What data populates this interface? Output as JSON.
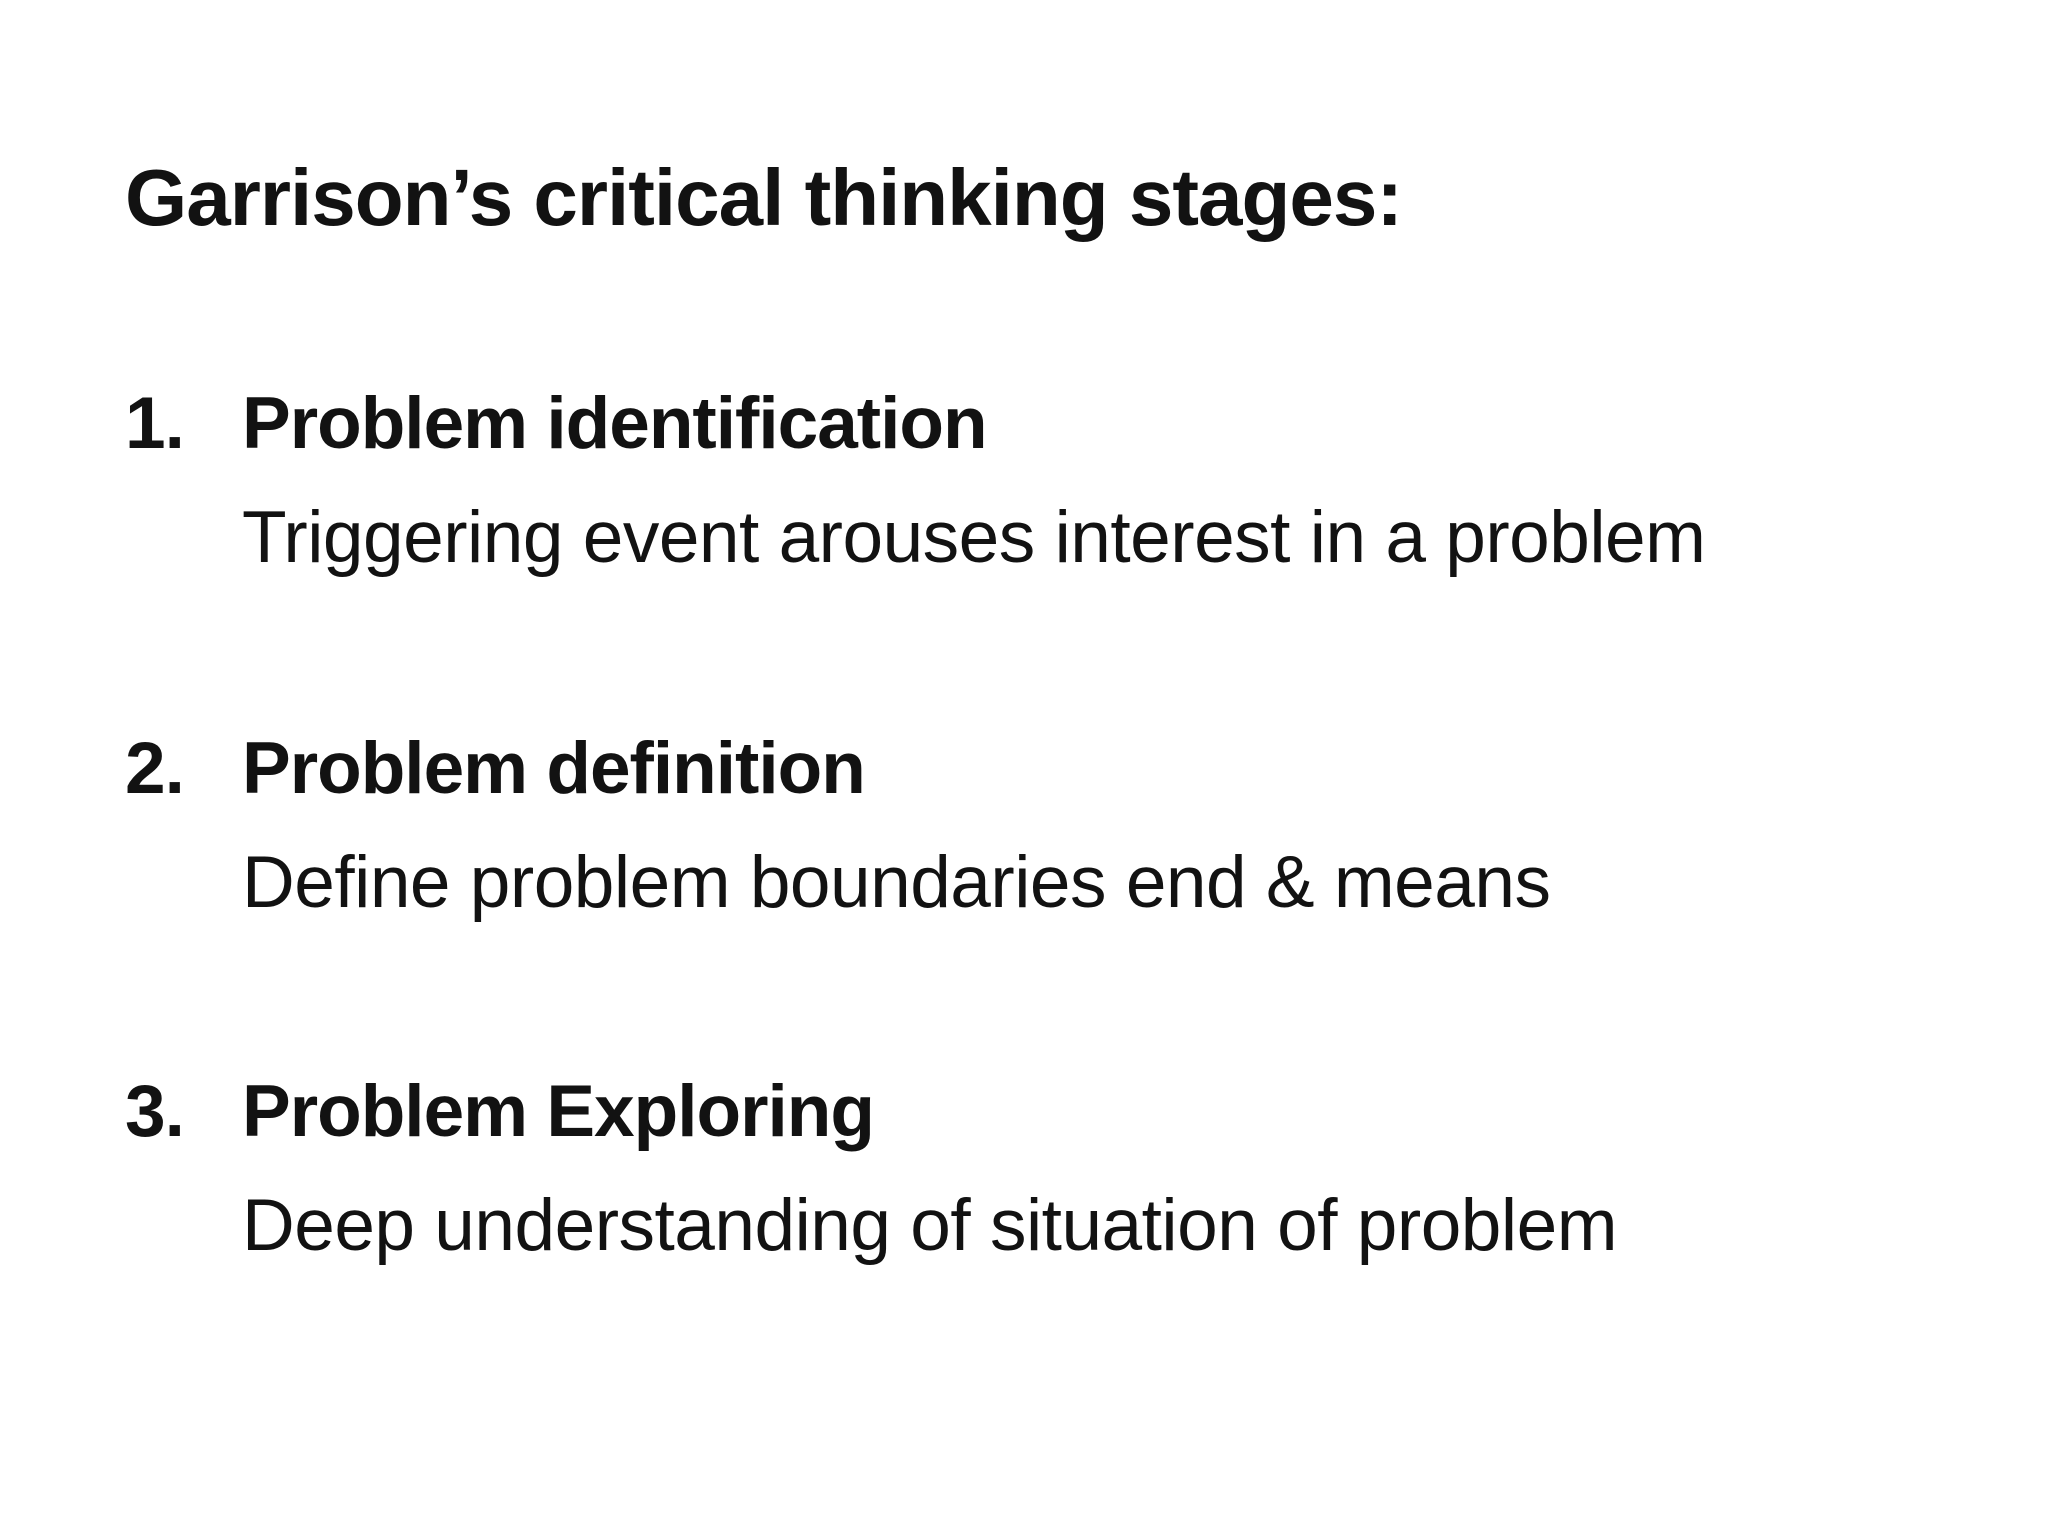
{
  "slide": {
    "title": "Garrison’s critical thinking stages:",
    "background_color": "#ffffff",
    "text_color": "#121212",
    "items": [
      {
        "number": "1.",
        "heading": "Problem identification",
        "description": "Triggering event arouses interest in a problem"
      },
      {
        "number": "2.",
        "heading": "Problem definition",
        "description": "Define problem boundaries end & means"
      },
      {
        "number": "3.",
        "heading": "Problem Exploring",
        "description": "Deep understanding of situation of problem"
      }
    ]
  }
}
